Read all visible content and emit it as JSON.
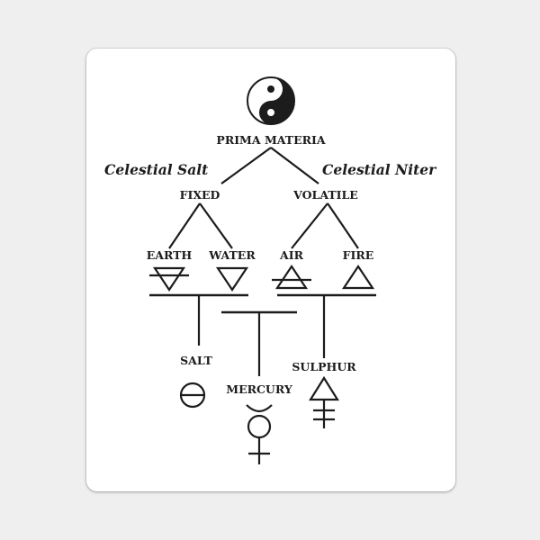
{
  "diagram": {
    "root": "PRIMA MATERIA",
    "left_principle": "Celestial Salt",
    "right_principle": "Celestial Niter",
    "left_branch": "FIXED",
    "right_branch": "VOLATILE",
    "elements": {
      "earth": "EARTH",
      "water": "WATER",
      "air": "AIR",
      "fire": "FIRE"
    },
    "principles": {
      "salt": "SALT",
      "mercury": "MERCURY",
      "sulphur": "SULPHUR"
    }
  },
  "icons": {
    "root_symbol": "yin-yang-icon",
    "earth_symbol": "earth-triangle-icon",
    "water_symbol": "water-triangle-icon",
    "air_symbol": "air-triangle-icon",
    "fire_symbol": "fire-triangle-icon",
    "salt_symbol": "salt-circle-icon",
    "mercury_symbol": "mercury-icon",
    "sulphur_symbol": "sulphur-icon"
  },
  "colors": {
    "ink": "#1c1c1c",
    "paper": "#ffffff",
    "background": "#efefef"
  }
}
